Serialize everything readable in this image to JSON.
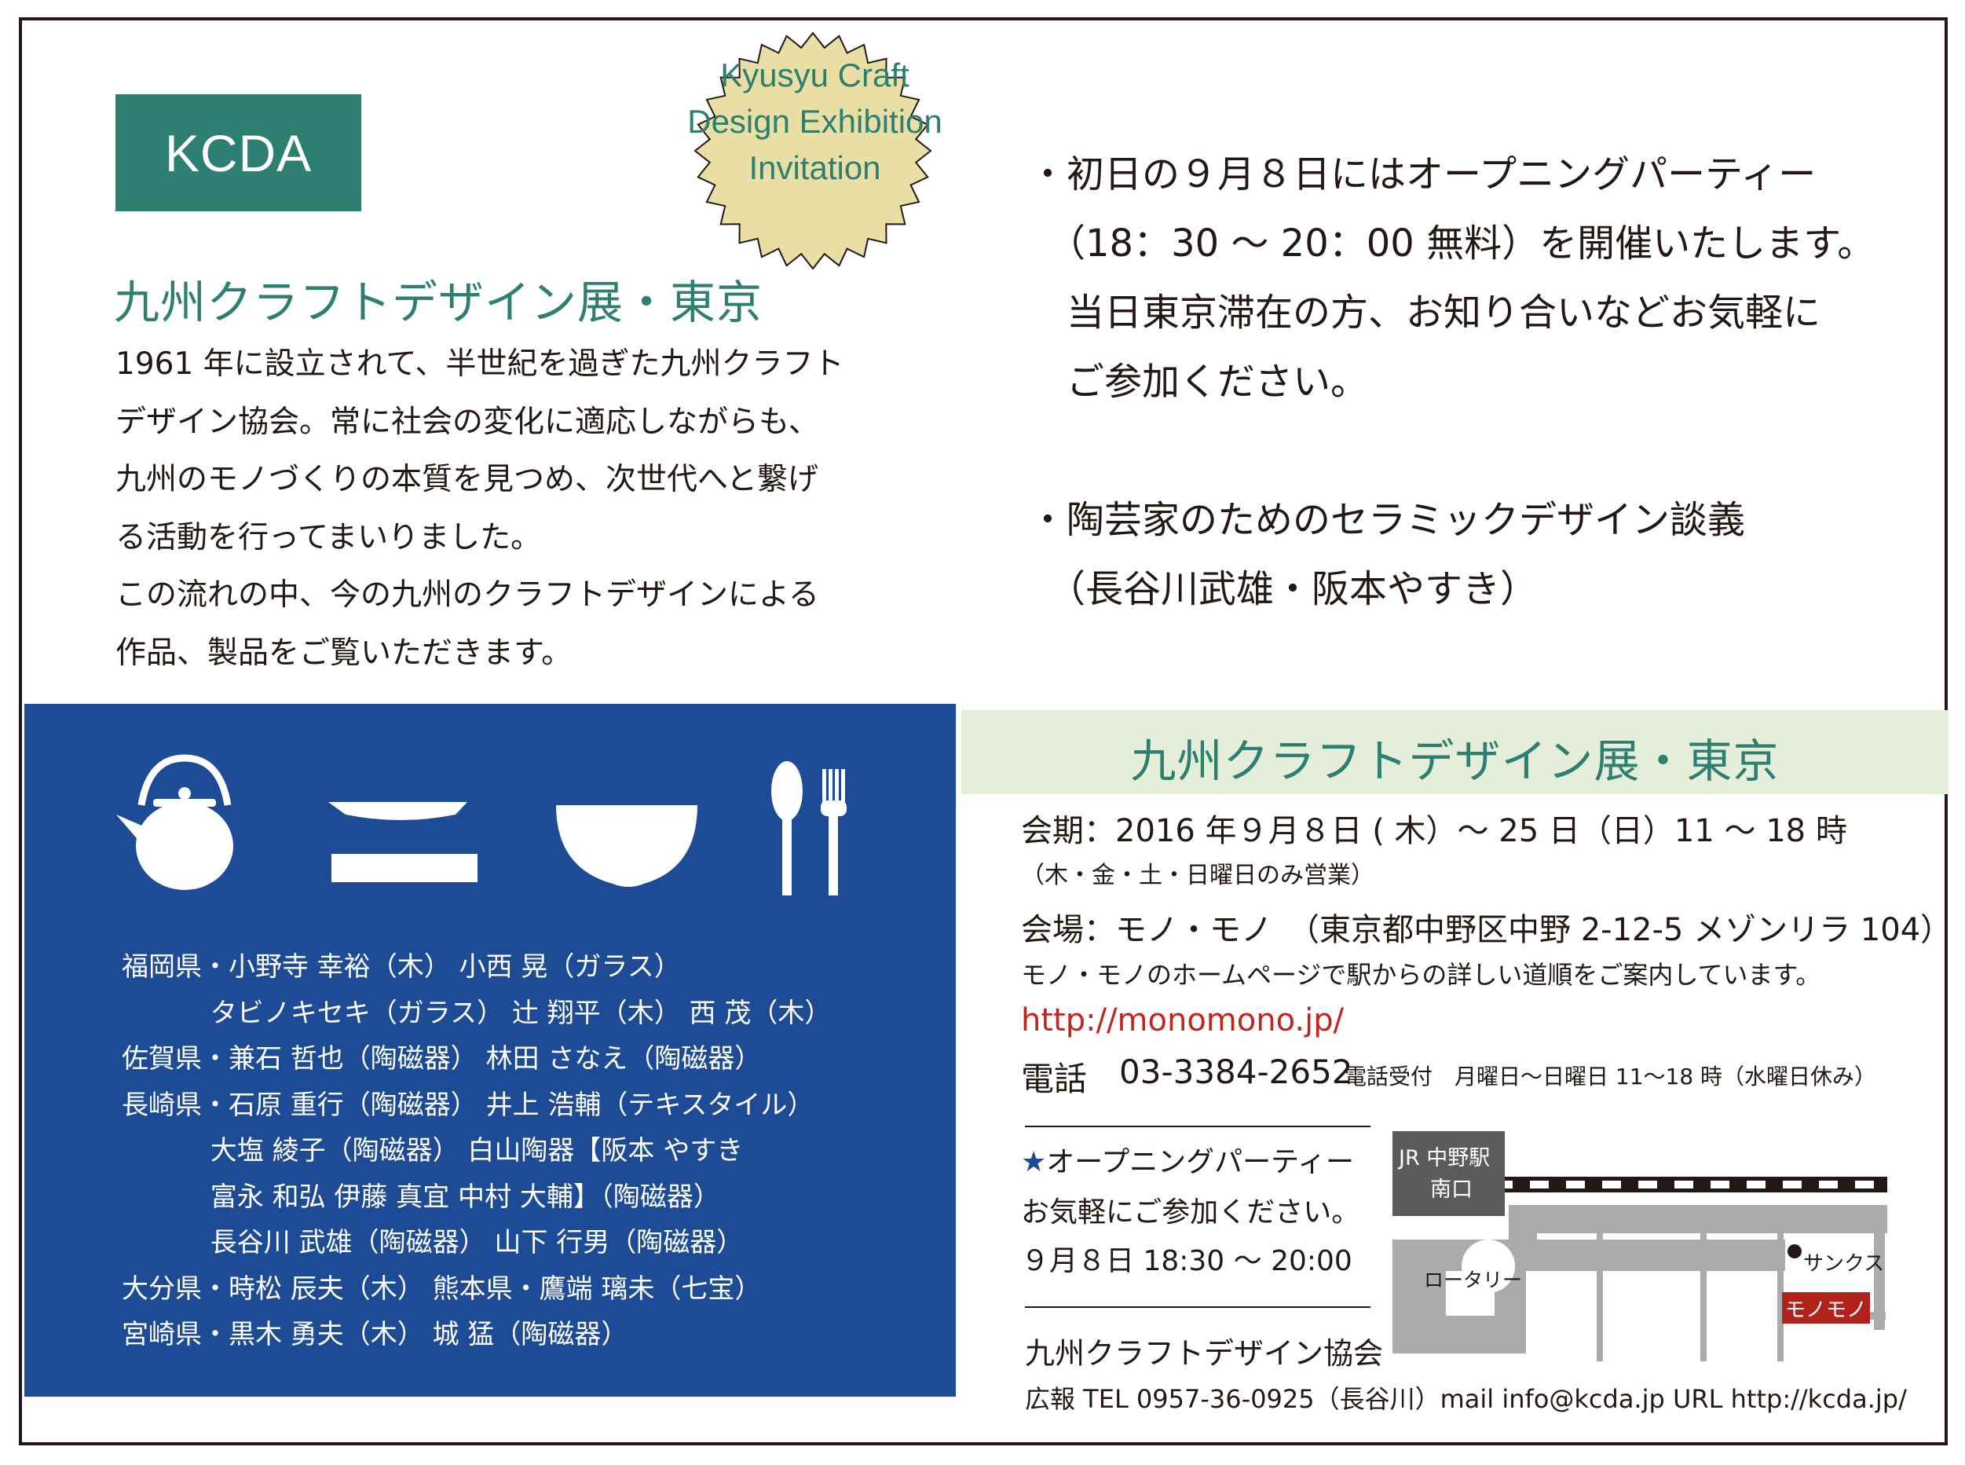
{
  "logo": {
    "text": "KCDA"
  },
  "badge": {
    "lines": [
      "Kyusyu Craft",
      "Design  Exhibition",
      "Invitation"
    ]
  },
  "main_title": "九州クラフトデザイン展・東京",
  "intro": [
    "1961 年に設立されて、半世紀を過ぎた九州クラフト",
    "デザイン協会。常に社会の変化に適応しながらも、",
    "九州のモノづくりの本質を見つめ、次世代へと繋げ",
    "る活動を行ってまいりました。",
    "この流れの中、今の九州のクラフトデザインによる",
    "作品、製品をご覧いただきます。"
  ],
  "notes": [
    "・初日の９月８日にはオープニングパーティー",
    "　（18：30 ～ 20：00 無料）を開催いたします。",
    "　当日東京滞在の方、お知り合いなどお気軽に",
    "　ご参加ください。",
    "",
    "・陶芸家のためのセラミックデザイン談義",
    "　（長谷川武雄・阪本やすき）"
  ],
  "artists": [
    "福岡県・小野寺  幸裕（木）   小西  晃（ガラス）",
    "　　　  タビノキセキ（ガラス）  辻  翔平（木）   西  茂（木）",
    "佐賀県・兼石  哲也（陶磁器）   林田  さなえ（陶磁器）",
    "長崎県・石原  重行（陶磁器）   井上  浩輔（テキスタイル）",
    "　　　  大塩  綾子（陶磁器）   白山陶器【阪本  やすき",
    "　　　  富永  和弘    伊藤  真宜    中村  大輔】（陶磁器）",
    "　　　  長谷川  武雄（陶磁器）   山下  行男（陶磁器）",
    "大分県・時松  辰夫（木）   熊本県・鷹端  璃未（七宝）",
    "宮崎県・黒木  勇夫（木）   城  猛（陶磁器）"
  ],
  "event_title": "九州クラフトデザイン展・東京",
  "info": {
    "period": "会期：2016 年９月８日 ( 木）～ 25 日（日）11 ～ 18 時",
    "period_note": "（木・金・土・日曜日のみ営業）",
    "venue": "会場：モノ・モノ　（東京都中野区中野 2-12-5 メゾンリラ 104）",
    "venue_note": "モノ・モノのホームページで駅からの詳しい道順をご案内しています。",
    "url": "http://monomono.jp/",
    "tel_label": "電話",
    "tel": "03-3384-2652",
    "tel_hours": "電話受付　月曜日～日曜日  11～18 時（水曜日休み）"
  },
  "party": {
    "star": "★",
    "line1": "オープニングパーティー",
    "line2": "お気軽にご参加ください。",
    "line3": "９月８日 18:30 ～ 20:00"
  },
  "map": {
    "station": [
      "JR 中野駅",
      "南口"
    ],
    "rotary": "ロータリー",
    "sunkus": "サンクス",
    "shop": "モノモノ",
    "colors": {
      "building": "#5b5b5b",
      "road": "#ababab",
      "shop": "#b2221c"
    }
  },
  "footer": {
    "org": "九州クラフトデザイン協会",
    "contact": "広報 TEL 0957-36-0925（長谷川）mail  info@kcda.jp  URL http://kcda.jp/"
  },
  "colors": {
    "teal": "#2d7f72",
    "navy": "#1e4b96",
    "badge": "#e9dfa4",
    "band": "#e4eed8",
    "link": "#c0251e"
  }
}
